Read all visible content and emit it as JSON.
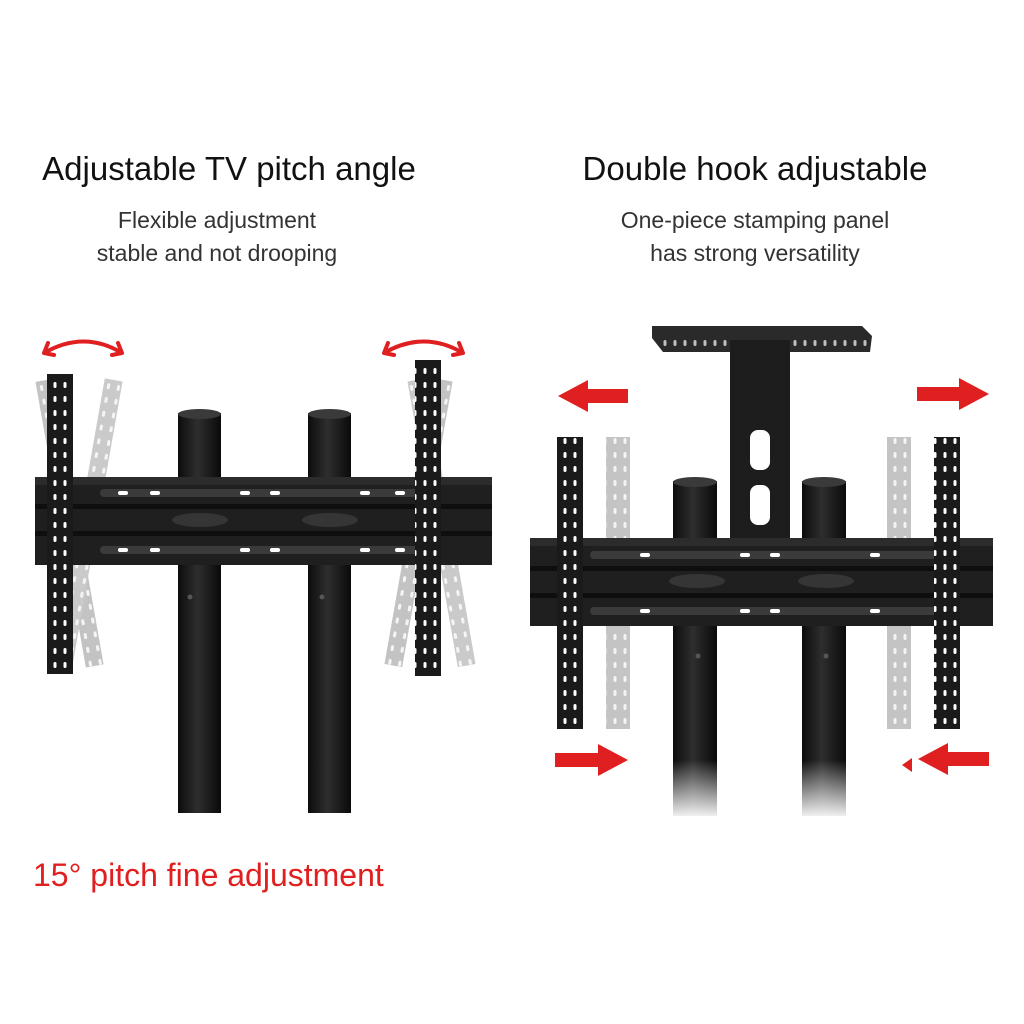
{
  "left": {
    "title": "Adjustable TV pitch angle",
    "subtitle_line1": "Flexible adjustment",
    "subtitle_line2": "stable and not drooping",
    "caption": "15° pitch fine adjustment"
  },
  "right": {
    "title": "Double hook adjustable",
    "subtitle_line1": "One-piece stamping panel",
    "subtitle_line2": "has strong versatility"
  },
  "colors": {
    "accent_red": "#e02020",
    "metal_black": "#1c1c1c",
    "ghost_gray": "#b8b8b8"
  }
}
